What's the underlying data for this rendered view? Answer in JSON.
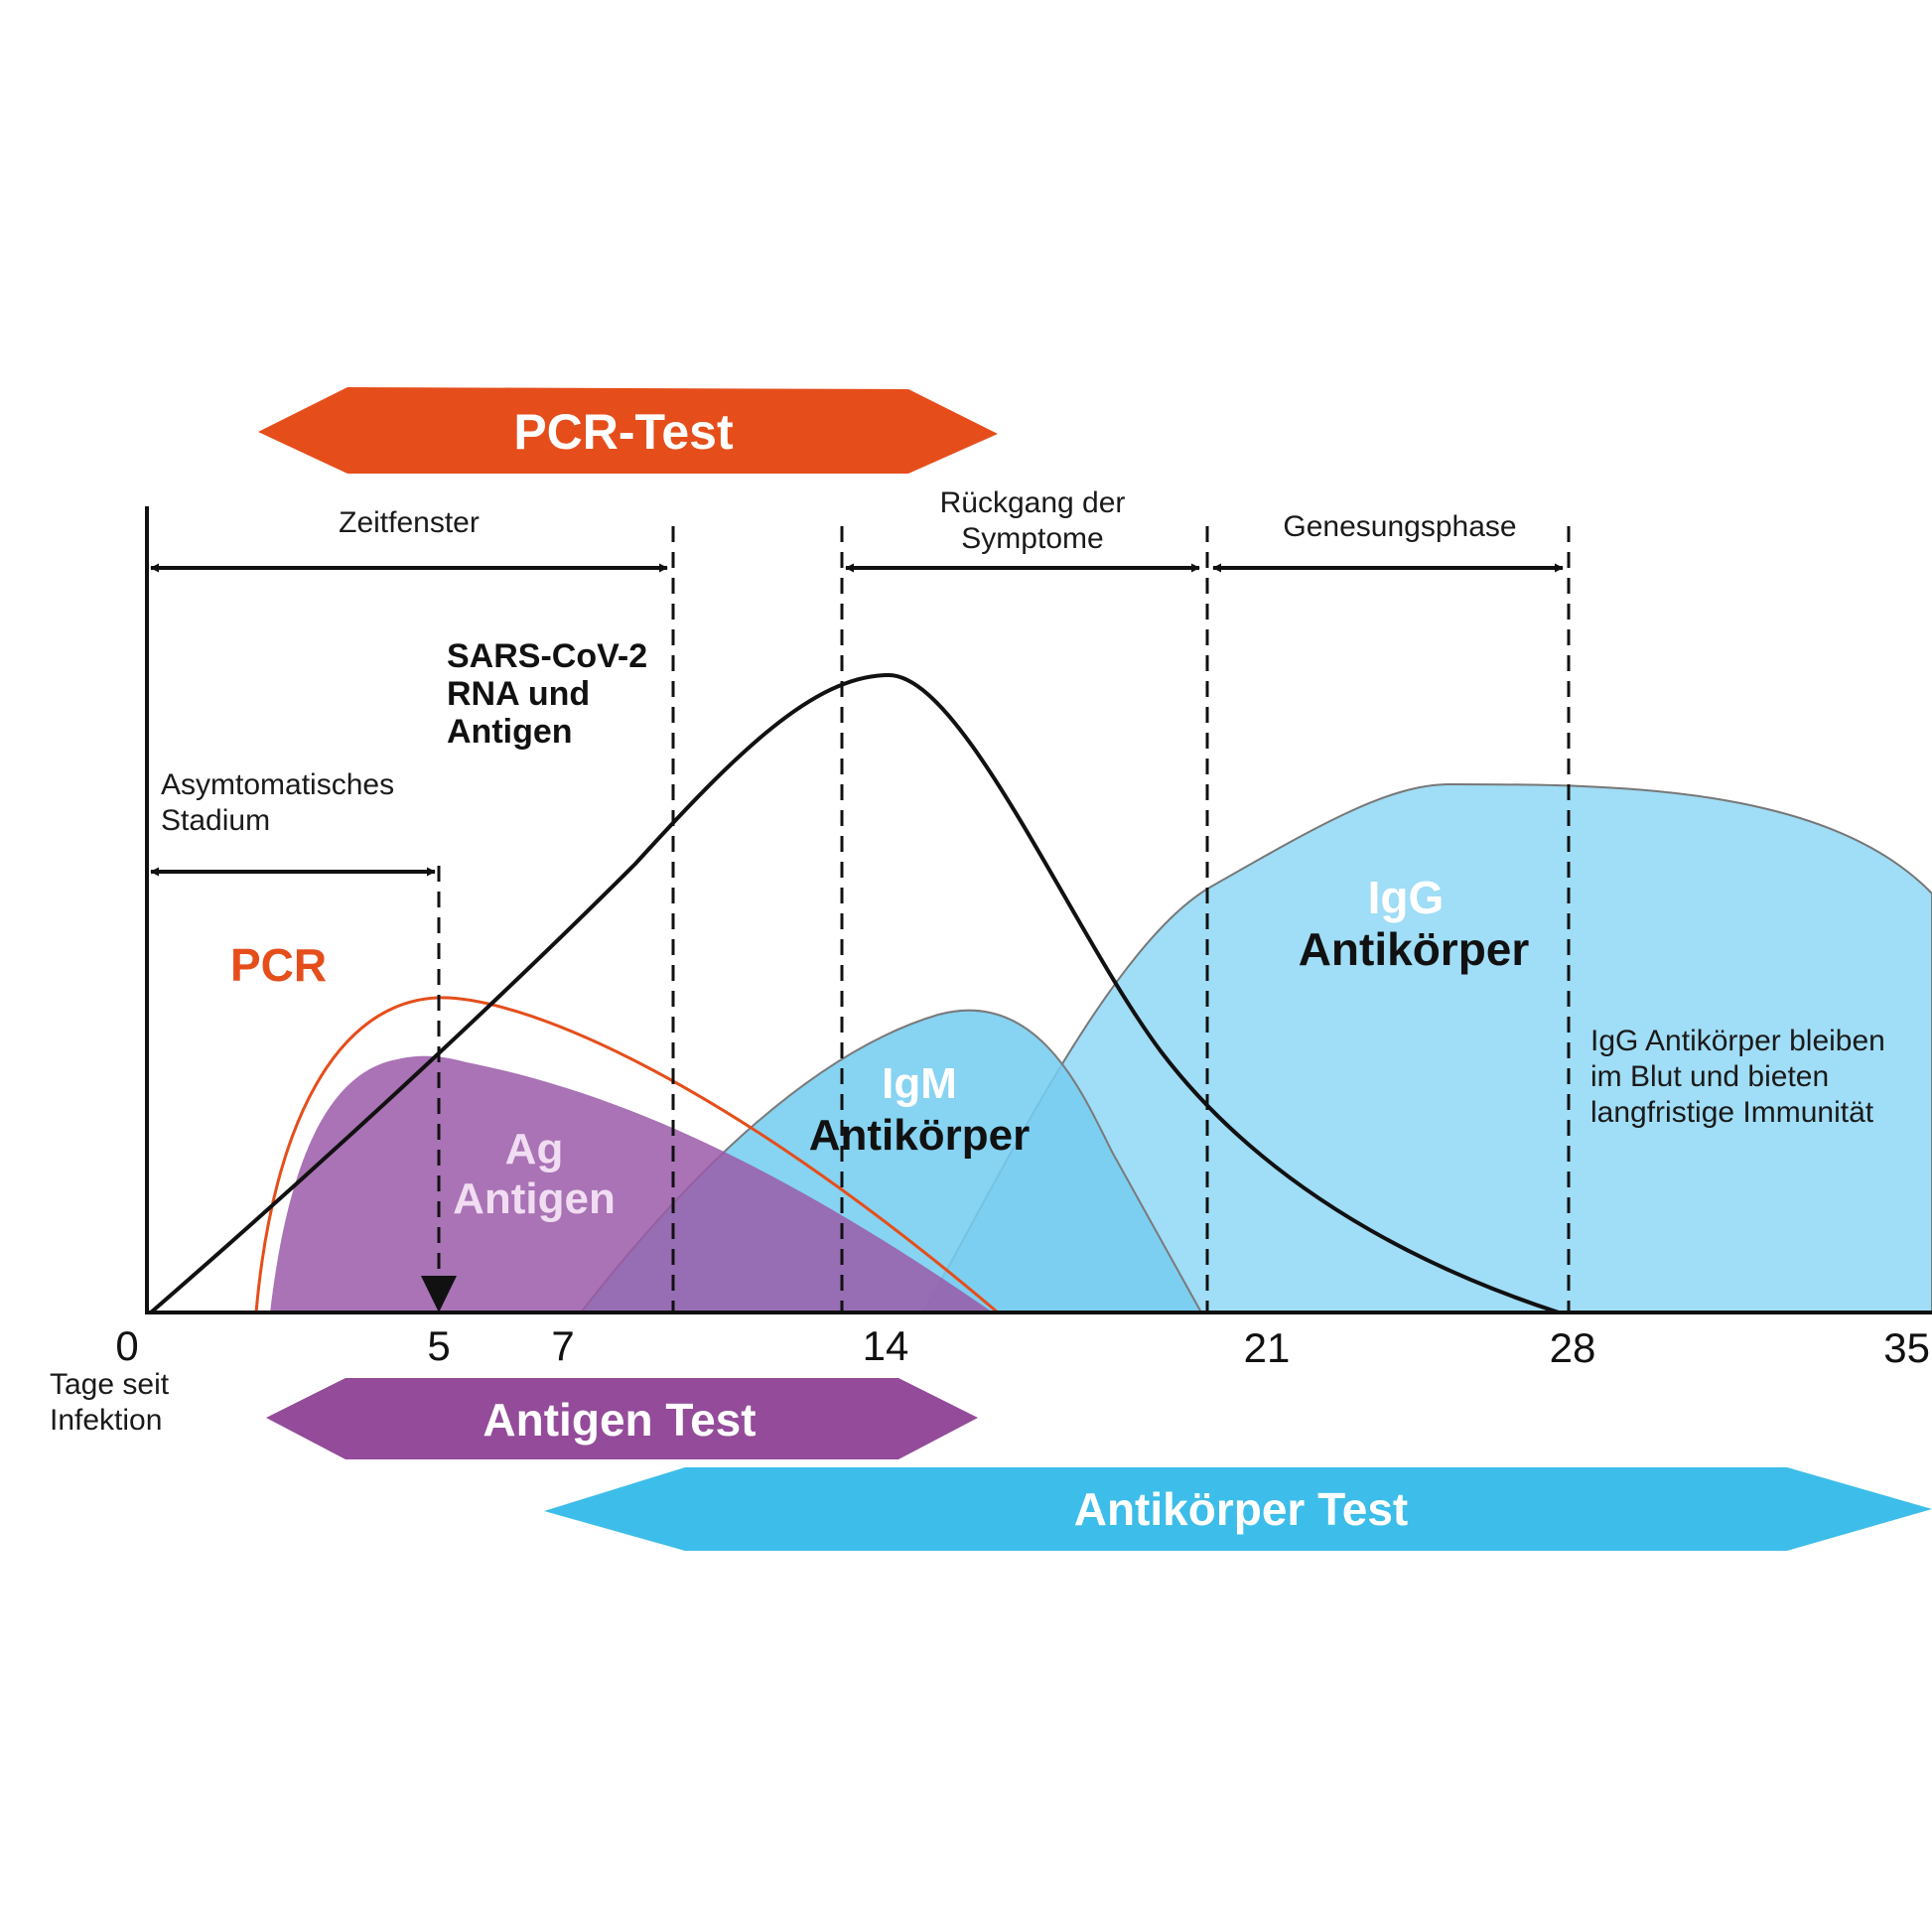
{
  "banners": {
    "pcr": "PCR-Test",
    "antigen": "Antigen Test",
    "antibody": "Antikörper Test"
  },
  "timeline": {
    "ticks": [
      "0",
      "5",
      "7",
      "14",
      "21",
      "28",
      "35"
    ],
    "x_caption_1": "Tage seit",
    "x_caption_2": "Infektion"
  },
  "phases": {
    "window": "Zeitfenster",
    "symptoms_1": "Rückgang der",
    "symptoms_2": "Symptome",
    "recovery": "Genesungsphase",
    "asymptomatic_1": "Asymtomatisches",
    "asymptomatic_2": "Stadium"
  },
  "annotations": {
    "sars_1": "SARS-CoV-2",
    "sars_2": "RNA und",
    "sars_3": "Antigen",
    "pcr": "PCR",
    "ag_1": "Ag",
    "ag_2": "Antigen",
    "igm_1": "IgM",
    "igm_2": "Antikörper",
    "igg_1": "IgG",
    "igg_2": "Antikörper",
    "igg_note_1": "IgG Antikörper bleiben",
    "igg_note_2": "im Blut und bieten",
    "igg_note_3": "langfristige Immunität"
  },
  "colors": {
    "pcr": "#e54e1b",
    "antigen": "#9a5aa8",
    "antigen_banner": "#944b9a",
    "igm": "#76cdf0",
    "igg": "#a0ddf6",
    "antibody_banner": "#3dbde9",
    "ink": "#111111"
  }
}
